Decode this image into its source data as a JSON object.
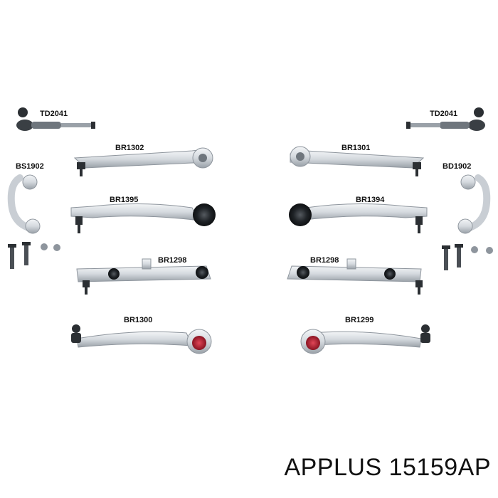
{
  "labels": {
    "td_left": "TD2041",
    "td_right": "TD2041",
    "br1302": "BR1302",
    "br1301": "BR1301",
    "bs1902": "BS1902",
    "bd1902": "BD1902",
    "br1395": "BR1395",
    "br1394": "BR1394",
    "br1298_left": "BR1298",
    "br1298_right": "BR1298",
    "br1300": "BR1300",
    "br1299": "BR1299"
  },
  "brand": "APPLUS 15159AP",
  "colors": {
    "metal": "#d7dbe0",
    "metal_dark": "#8e959d",
    "steel_dark": "#2b2f33",
    "bushing_red": "#c0283a",
    "text": "#111111"
  }
}
